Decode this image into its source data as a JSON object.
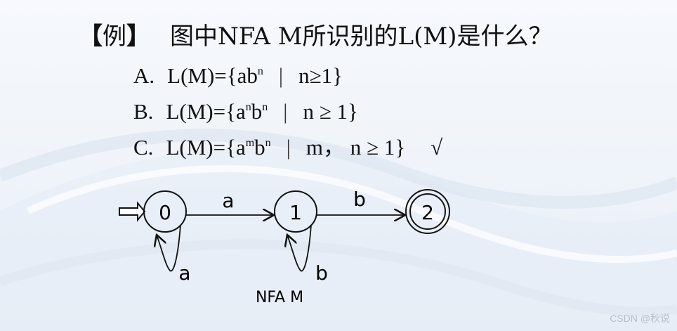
{
  "question": {
    "bracket_open": "【",
    "label": "例",
    "bracket_close": "】",
    "text": "图中NFA M所识别的L(M)是什么？"
  },
  "options": [
    {
      "letter": "A.",
      "lhs": "L(M)={ab",
      "sup1": "n",
      "mid": "",
      "sup2": "",
      "condition": "n≥1}",
      "correct": false
    },
    {
      "letter": "B.",
      "lhs": "L(M)={a",
      "sup1": "n",
      "mid": "b",
      "sup2": "n",
      "condition": "n ≥ 1}",
      "correct": false
    },
    {
      "letter": "C.",
      "lhs": "L(M)={a",
      "sup1": "m",
      "mid": "b",
      "sup2": "n",
      "condition": "m， n ≥ 1}",
      "correct": true
    }
  ],
  "separator": "|",
  "correct_mark": "√",
  "nfa": {
    "caption": "NFA M",
    "start_state": "0",
    "states": [
      {
        "id": "0",
        "accepting": false
      },
      {
        "id": "1",
        "accepting": false
      },
      {
        "id": "2",
        "accepting": true
      }
    ],
    "transitions": [
      {
        "from": "0",
        "to": "0",
        "label": "a"
      },
      {
        "from": "0",
        "to": "1",
        "label": "a"
      },
      {
        "from": "1",
        "to": "1",
        "label": "b"
      },
      {
        "from": "1",
        "to": "2",
        "label": "b"
      }
    ]
  },
  "watermark": "CSDN @秋说"
}
